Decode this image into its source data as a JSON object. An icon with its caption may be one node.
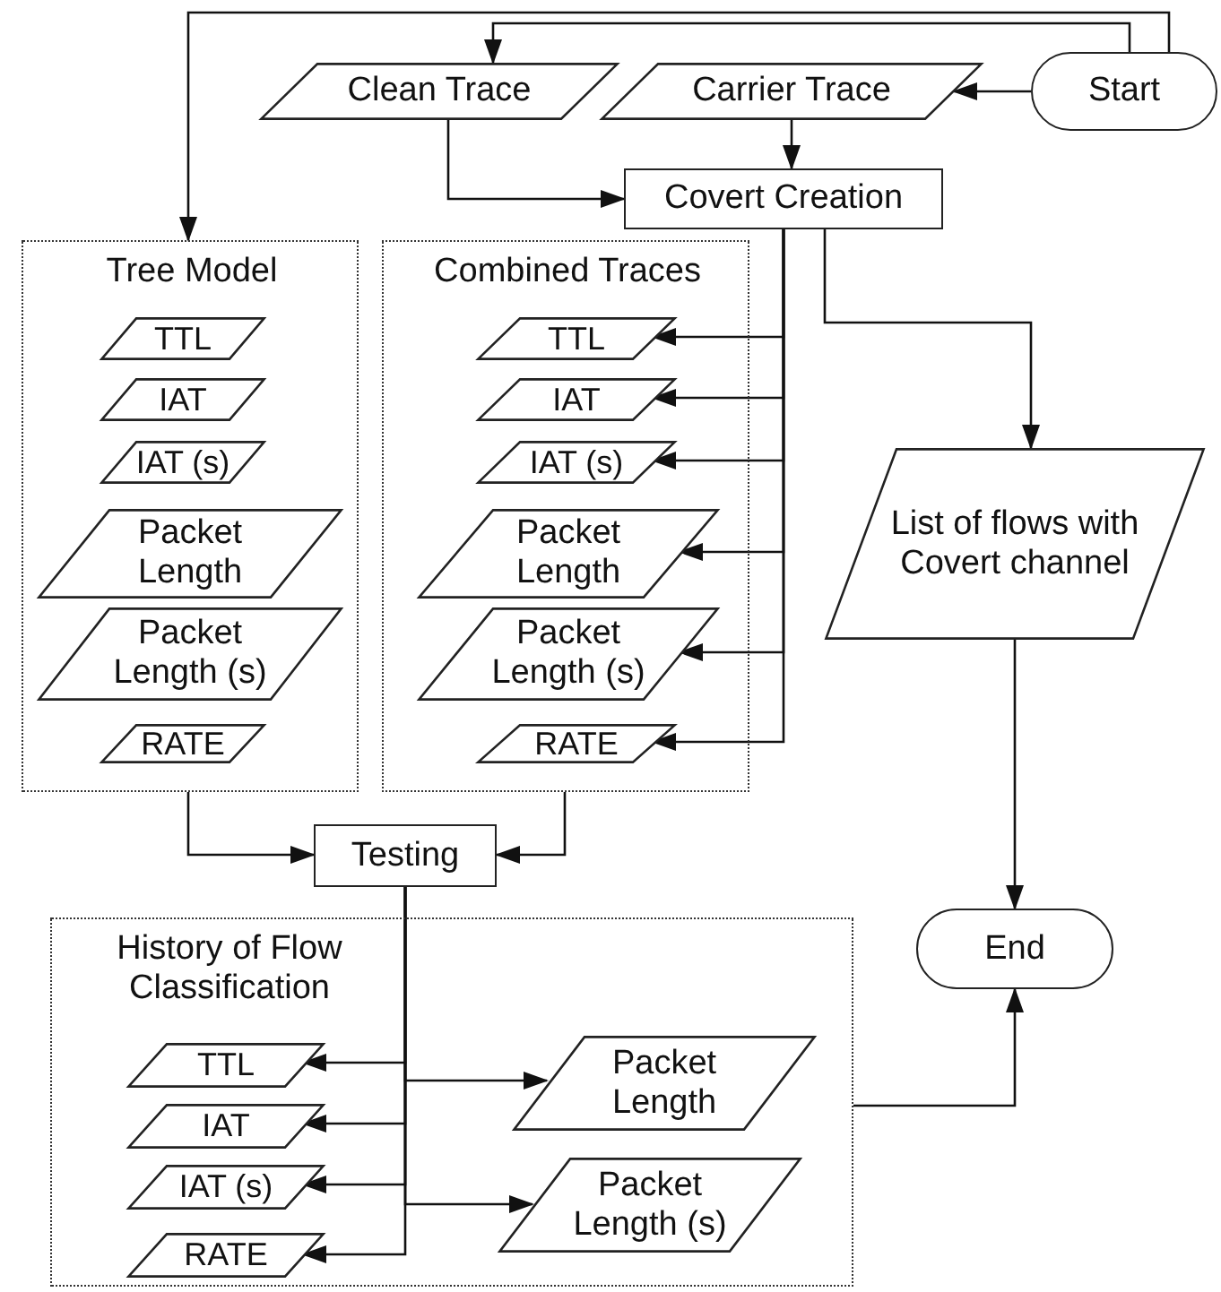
{
  "diagram": {
    "nodes": [
      {
        "text": [
          "Start"
        ]
      },
      {
        "text": [
          "Clean Trace"
        ]
      },
      {
        "text": [
          "Carrier Trace"
        ]
      },
      {
        "text": [
          "Covert Creation"
        ]
      },
      {
        "text": [
          "Tree Model"
        ]
      },
      {
        "text": [
          "TTL"
        ],
        "in": 4
      },
      {
        "text": [
          "IAT"
        ],
        "in": 4
      },
      {
        "text": [
          "IAT (s)"
        ],
        "in": 4
      },
      {
        "text": [
          "Packet Length"
        ],
        "in": 4
      },
      {
        "text": [
          "Packet Length (s)"
        ],
        "in": 4
      },
      {
        "text": [
          "RATE"
        ],
        "in": 4
      },
      {
        "text": [
          "Combined Traces"
        ]
      },
      {
        "text": [
          "TTL"
        ],
        "in": 11
      },
      {
        "text": [
          "IAT"
        ],
        "in": 11
      },
      {
        "text": [
          "IAT (s)"
        ],
        "in": 11
      },
      {
        "text": [
          "Packet Length"
        ],
        "in": 11
      },
      {
        "text": [
          "Packet Length (s)"
        ],
        "in": 11
      },
      {
        "text": [
          "RATE"
        ],
        "in": 11
      },
      {
        "text": [
          "List of flows with Covert channel"
        ]
      },
      {
        "text": [
          "Testing"
        ]
      },
      {
        "text": [
          "History of Flow Classification"
        ]
      },
      {
        "text": [
          "TTL"
        ],
        "in": 20
      },
      {
        "text": [
          "IAT"
        ],
        "in": 20
      },
      {
        "text": [
          "IAT (s)"
        ],
        "in": 20
      },
      {
        "text": [
          "RATE"
        ],
        "in": 20
      },
      {
        "text": [
          "Packet Length"
        ],
        "in": 20
      },
      {
        "text": [
          "Packet Length (s)"
        ],
        "in": 20
      },
      {
        "text": [
          "End"
        ]
      }
    ],
    "edges": [
      {
        "from": 0,
        "to": 1,
        "arrow": "to"
      },
      {
        "from": 0,
        "to": 4,
        "arrow": "to"
      },
      {
        "from": 0,
        "to": 2,
        "arrow": "to"
      },
      {
        "from": 1,
        "to": 3,
        "arrow": "to"
      },
      {
        "from": 2,
        "to": 3,
        "arrow": "to"
      },
      {
        "from": 3,
        "to": 12,
        "arrow": "to"
      },
      {
        "from": 3,
        "to": 13,
        "arrow": "to"
      },
      {
        "from": 3,
        "to": 14,
        "arrow": "to"
      },
      {
        "from": 3,
        "to": 15,
        "arrow": "to"
      },
      {
        "from": 3,
        "to": 16,
        "arrow": "to"
      },
      {
        "from": 3,
        "to": 17,
        "arrow": "to"
      },
      {
        "from": 3,
        "to": 18,
        "arrow": "to"
      },
      {
        "from": 4,
        "to": 19,
        "arrow": "to"
      },
      {
        "from": 11,
        "to": 19,
        "arrow": "to"
      },
      {
        "from": 19,
        "to": 21,
        "arrow": "to"
      },
      {
        "from": 19,
        "to": 22,
        "arrow": "to"
      },
      {
        "from": 19,
        "to": 23,
        "arrow": "to"
      },
      {
        "from": 19,
        "to": 24,
        "arrow": "to"
      },
      {
        "from": 19,
        "to": 25,
        "arrow": "to"
      },
      {
        "from": 19,
        "to": 26,
        "arrow": "to"
      },
      {
        "from": 20,
        "to": 27,
        "arrow": "to"
      },
      {
        "from": 18,
        "to": 27,
        "arrow": "to"
      }
    ]
  }
}
